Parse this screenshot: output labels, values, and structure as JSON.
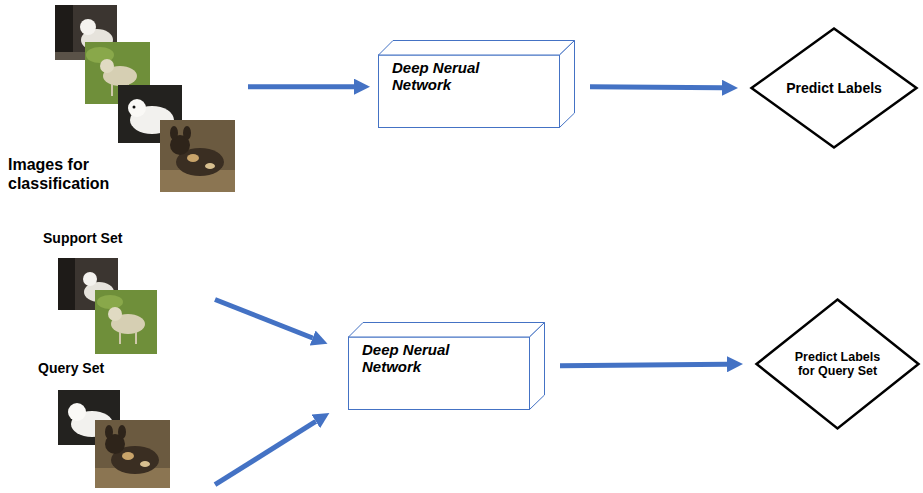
{
  "diagram": {
    "nodes": [
      {
        "text": [
          "Images for classification"
        ]
      },
      {
        "text": [
          "Deep Nerual Network"
        ]
      },
      {
        "text": [
          "Predict Labels"
        ]
      },
      {
        "text": [
          "Support Set"
        ]
      },
      {
        "text": [
          "Query Set"
        ]
      },
      {
        "text": [
          "Deep Nerual Network"
        ]
      },
      {
        "text": [
          "Predict Labels for Query Set"
        ]
      }
    ],
    "edges": [
      {
        "from": 0,
        "to": 1,
        "arrow": "to"
      },
      {
        "from": 1,
        "to": 2,
        "arrow": "to"
      },
      {
        "from": 3,
        "to": 5,
        "arrow": "to"
      },
      {
        "from": 4,
        "to": 5,
        "arrow": "to"
      },
      {
        "from": 5,
        "to": 6,
        "arrow": "to"
      }
    ]
  }
}
